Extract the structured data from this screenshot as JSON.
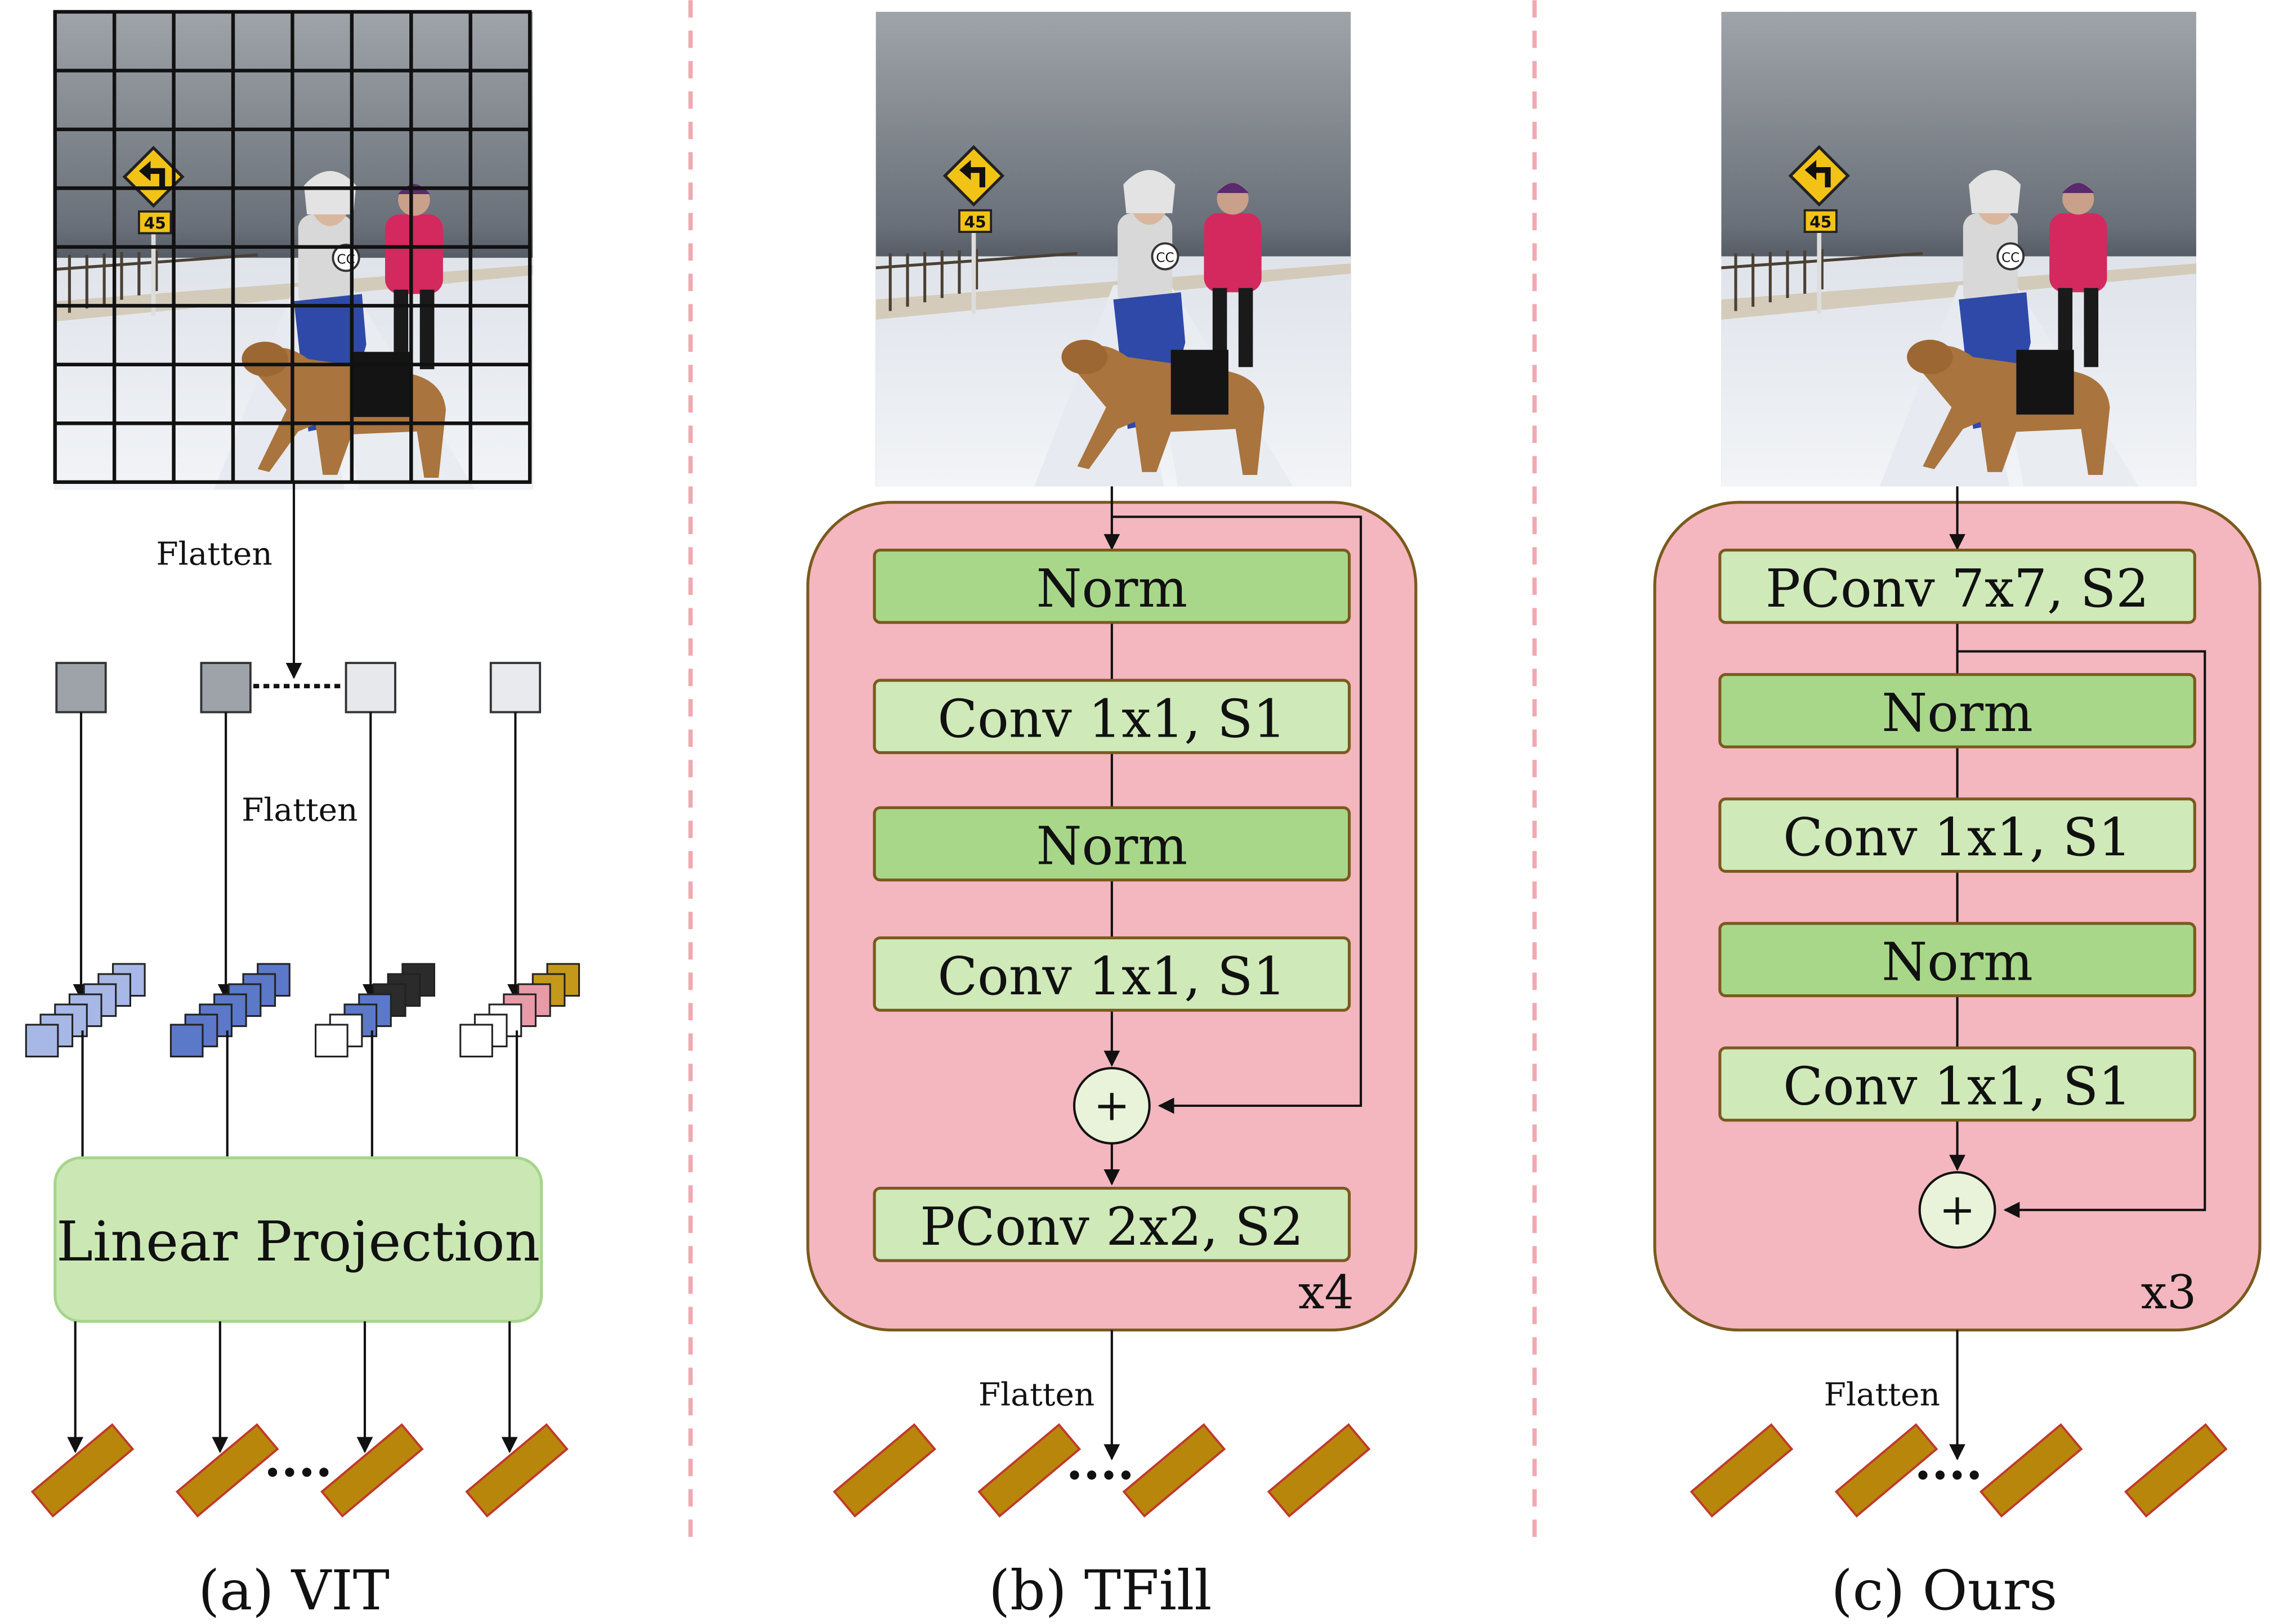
{
  "panels": {
    "a": {
      "caption": "(a) VIT",
      "flatten_top": "Flatten",
      "flatten_mid": "Flatten",
      "linear_projection": "Linear Projection",
      "ellipsis": "....",
      "grid_rows": 8,
      "grid_cols": 8
    },
    "b": {
      "caption": "(b) TFill",
      "blocks": [
        "Norm",
        "Conv 1x1, S1",
        "Norm",
        "Conv 1x1, S1"
      ],
      "add_symbol": "+",
      "pconv": "PConv 2x2, S2",
      "repeat": "x4",
      "flatten": "Flatten",
      "ellipsis": "...."
    },
    "c": {
      "caption": "(c) Ours",
      "pconv": "PConv 7x7, S2",
      "blocks": [
        "Norm",
        "Conv 1x1, S1",
        "Norm",
        "Conv 1x1, S1"
      ],
      "add_symbol": "+",
      "repeat": "x3",
      "flatten": "Flatten",
      "ellipsis": "...."
    }
  },
  "scene": {
    "sign_number": "45",
    "hoodie_logo": "CC"
  },
  "colors": {
    "pink_block": "#f4b6bf",
    "block_border": "#7a5a1e",
    "norm_green": "#a9d78a",
    "conv_green": "#cfe9b8",
    "linear_green": "#cbe8b4",
    "token_gold": "#b8860b",
    "token_border": "#c0392b",
    "divider": "#f0a9b0",
    "patch_blue": "#5b78c9",
    "patch_lightblue": "#a7b8e6",
    "patch_pink": "#e89aa8",
    "patch_gold": "#c4991a"
  }
}
